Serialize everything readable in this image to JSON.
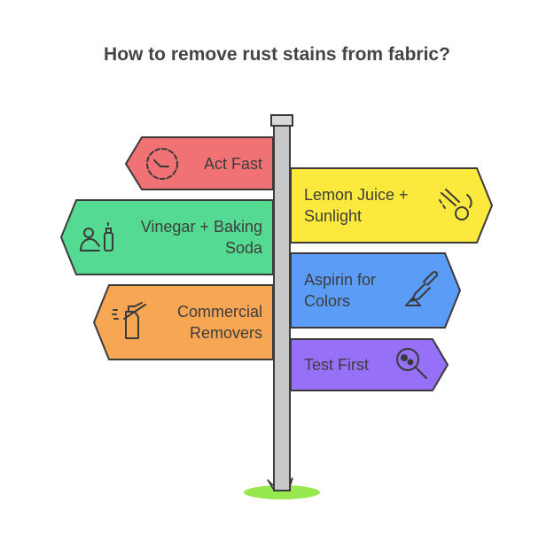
{
  "title": "How to remove rust stains from fabric?",
  "colors": {
    "red": "#f07274",
    "yellow": "#fbe93d",
    "green": "#55db91",
    "blue": "#5a9cf6",
    "orange": "#f7a654",
    "purple": "#9670f6",
    "pole": "#c8c8c8",
    "grass": "#97e84f",
    "outline": "#3a3a3a"
  },
  "signs": [
    {
      "id": "act-fast",
      "label": "Act Fast",
      "side": "left",
      "color": "red",
      "icon": "clock-icon"
    },
    {
      "id": "lemon-juice",
      "label": "Lemon Juice + Sunlight",
      "side": "right",
      "color": "yellow",
      "icon": "lemon-squeeze-icon"
    },
    {
      "id": "vinegar-baking-soda",
      "label": "Vinegar + Baking Soda",
      "side": "left",
      "color": "green",
      "icon": "person-bottle-icon"
    },
    {
      "id": "aspirin",
      "label": "Aspirin for Colors",
      "side": "right",
      "color": "blue",
      "icon": "pipette-icon"
    },
    {
      "id": "commercial-removers",
      "label": "Commercial Removers",
      "side": "left",
      "color": "orange",
      "icon": "spray-bottle-icon"
    },
    {
      "id": "test-first",
      "label": "Test First",
      "side": "right",
      "color": "purple",
      "icon": "magnifier-stain-icon"
    }
  ]
}
